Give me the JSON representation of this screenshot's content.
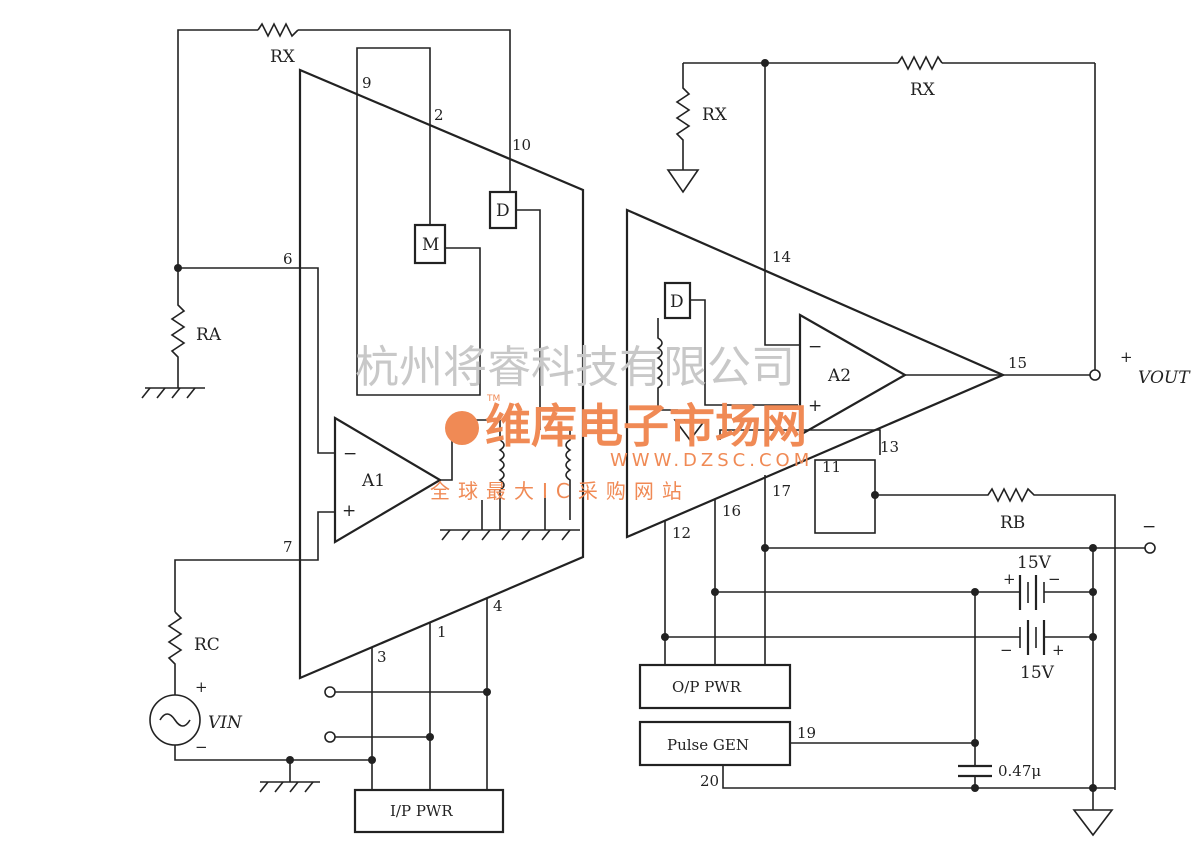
{
  "labels": {
    "rx_left": "RX",
    "ra": "RA",
    "rc": "RC",
    "vin": "VIN",
    "rx_right_vert": "RX",
    "rx_right_fb": "RX",
    "rb": "RB",
    "vout": "VOUT",
    "a1": "A1",
    "a2": "A2",
    "m_box": "M",
    "d_box_left": "D",
    "d_box_right": "D",
    "ip_pwr": "I/P PWR",
    "op_pwr": "O/P PWR",
    "pulse_gen": "Pulse GEN",
    "battery_top": "15V",
    "battery_bottom": "15V",
    "capacitor": "0.47μ",
    "plus": "+",
    "minus": "−"
  },
  "pins": {
    "p9": "9",
    "p2": "2",
    "p10": "10",
    "p6": "6",
    "p7": "7",
    "p3": "3",
    "p1": "1",
    "p4": "4",
    "p14": "14",
    "p15": "15",
    "p13": "13",
    "p11": "11",
    "p12": "12",
    "p16": "16",
    "p17": "17",
    "p19": "19",
    "p20": "20"
  },
  "watermark": {
    "company": "杭州将睿科技有限公司",
    "brand": "维库电子市场网",
    "tm": "TM",
    "url": "WWW.DZSC.COM",
    "slogan": "全球最大IC采购网站"
  },
  "colors": {
    "line": "#222222",
    "watermark_orange": "#f08a55",
    "watermark_gray": "#c8c8c8"
  }
}
